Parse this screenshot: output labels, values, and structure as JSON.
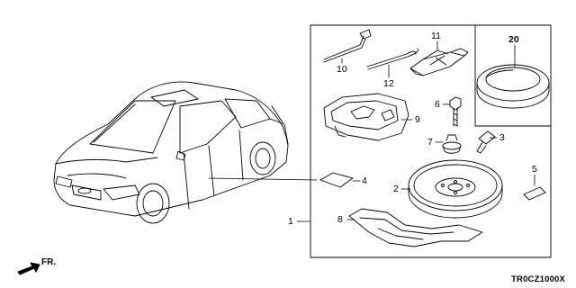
{
  "callouts": {
    "c1": "1",
    "c2": "2",
    "c3": "3",
    "c4": "4",
    "c5": "5",
    "c6": "6",
    "c7": "7",
    "c8": "8",
    "c9": "9",
    "c10": "10",
    "c11": "11",
    "c12": "12",
    "c20": "20"
  },
  "direction_label": "FR.",
  "diagram_code": "TR0CZ1000X"
}
